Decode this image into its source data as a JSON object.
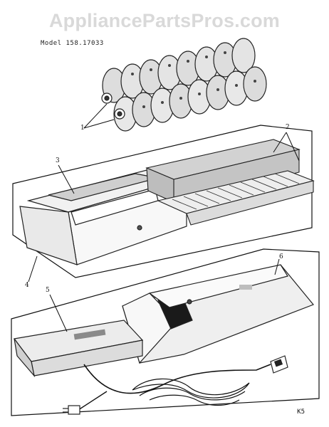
{
  "watermark": "AppliancePartsPros.com",
  "model_label": "Model 158.17033",
  "callouts": {
    "c1": "1",
    "c2": "2",
    "c3": "3",
    "c4": "4",
    "c5": "5",
    "c6": "6"
  },
  "page_code": "K5"
}
